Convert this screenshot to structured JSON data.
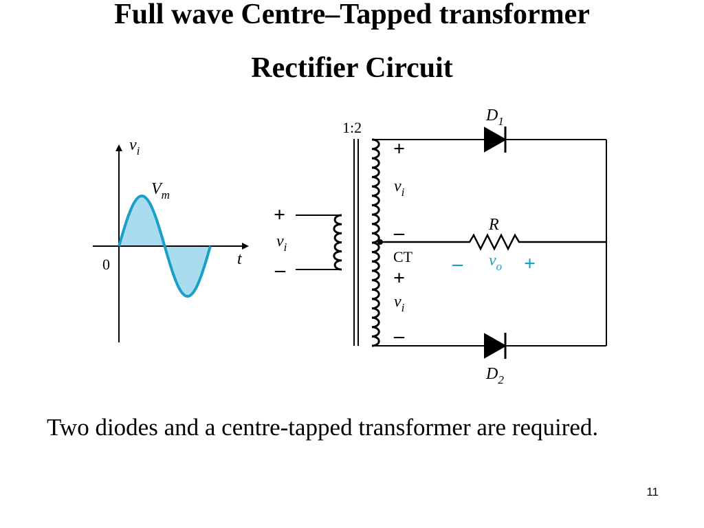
{
  "title": {
    "line1": "Full wave Centre–Tapped transformer",
    "line2": "Rectifier Circuit"
  },
  "waveform": {
    "y_axis_label": "v",
    "y_axis_sub": "i",
    "x_axis_label": "t",
    "origin_label": "0",
    "peak_label": "V",
    "peak_sub": "m"
  },
  "circuit": {
    "turns_ratio": "1:2",
    "primary": {
      "plus": "+",
      "label": "v",
      "sub": "i",
      "minus": "–"
    },
    "secondary_top": {
      "plus": "+",
      "label": "v",
      "sub": "i",
      "minus": "–"
    },
    "secondary_bottom": {
      "plus": "+",
      "label": "v",
      "sub": "i",
      "minus": "–"
    },
    "center_tap_label": "CT",
    "diode1_label": "D",
    "diode1_sub": "1",
    "diode2_label": "D",
    "diode2_sub": "2",
    "resistor_label": "R",
    "output_minus": "–",
    "output_label": "v",
    "output_sub": "o",
    "output_plus": "+"
  },
  "colors": {
    "wave": "#1a9fc8",
    "wave_fill": "#a8dcee",
    "output": "#1a9fc8"
  },
  "caption": "Two diodes and a centre-tapped transformer are required.",
  "slide_number": "11"
}
